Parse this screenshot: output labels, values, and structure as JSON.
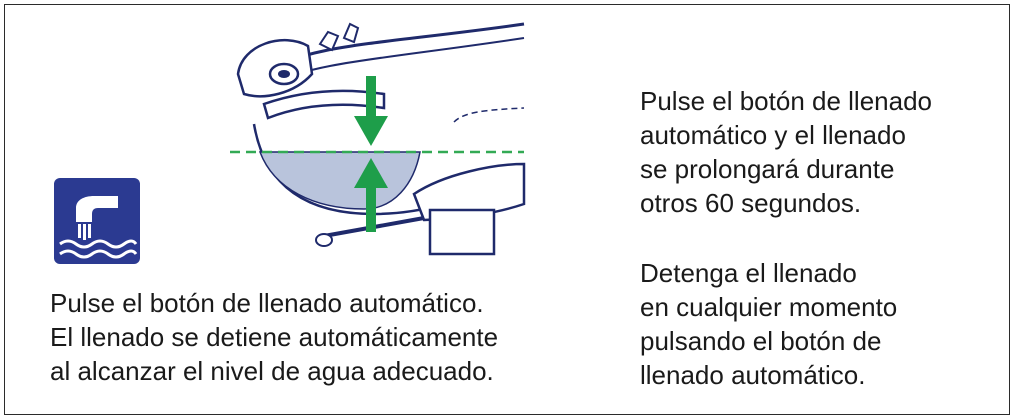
{
  "illustration": {
    "subject": "bathtub-autofill-level",
    "icon": "faucet-water-icon"
  },
  "colors": {
    "icon_bg": "#2b3a91",
    "arrow": "#1e9e4a",
    "waterline": "#33aa55",
    "water": "#b9c4dc",
    "outline": "#1f2a6b"
  },
  "text_left": {
    "lines": [
      "Pulse el botón de llenado automático.",
      "El llenado se detiene automáticamente",
      "al alcanzar el nivel de agua adecuado."
    ]
  },
  "text_right_top": {
    "lines": [
      "Pulse el botón de llenado",
      "automático y el llenado",
      "se prolongará durante",
      "otros 60 segundos."
    ]
  },
  "text_right_bottom": {
    "lines": [
      "Detenga el llenado",
      "en cualquier momento",
      "pulsando el botón de",
      "llenado automático."
    ]
  }
}
